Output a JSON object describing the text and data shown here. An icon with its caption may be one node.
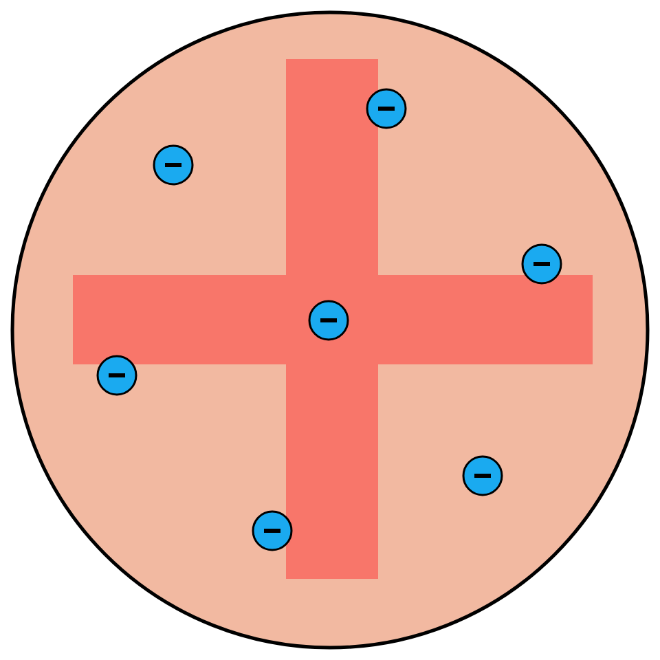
{
  "diagram": {
    "nodes": [
      {
        "text": [],
        "shape": "circle"
      },
      {
        "text": [],
        "shape": "cross",
        "in": 0
      },
      {
        "text": [],
        "shape": "circle",
        "in": 0
      },
      {
        "text": [],
        "shape": "circle",
        "in": 0
      },
      {
        "text": [],
        "shape": "circle",
        "in": 0
      },
      {
        "text": [],
        "shape": "circle",
        "in": 1
      },
      {
        "text": [],
        "shape": "circle",
        "in": 0
      },
      {
        "text": [],
        "shape": "circle",
        "in": 0
      },
      {
        "text": [],
        "shape": "circle",
        "in": 0
      }
    ]
  }
}
